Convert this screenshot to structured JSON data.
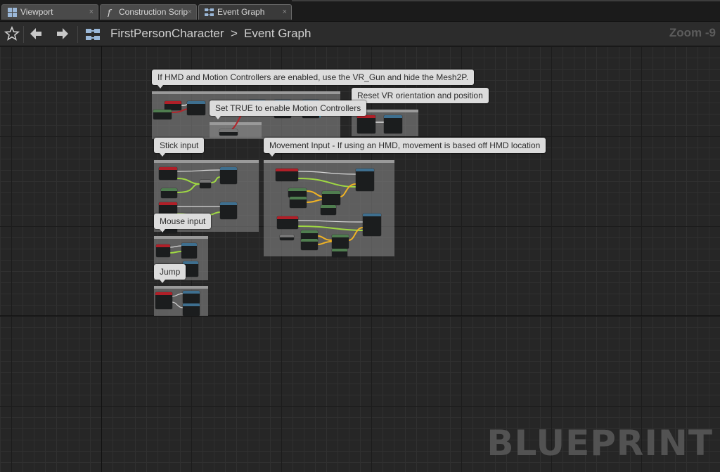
{
  "tabs": [
    {
      "label": "Viewport",
      "icon": "viewport-icon",
      "close": "×"
    },
    {
      "label": "Construction Scrip",
      "icon": "function-icon",
      "close": "×"
    },
    {
      "label": "Event Graph",
      "icon": "graph-icon",
      "close": "×",
      "active": true
    }
  ],
  "toolbar": {
    "breadcrumb_root": "FirstPersonCharacter",
    "breadcrumb_separator": ">",
    "breadcrumb_current": "Event Graph",
    "zoom": "Zoom -9"
  },
  "comments": {
    "hmd": "If HMD and Motion Controllers are enabled, use the VR_Gun and hide the Mesh2P.",
    "reset_vr": "Reset VR orientation and position",
    "motion_controllers": "Set TRUE to enable Motion Controllers",
    "stick": "Stick input",
    "movement": "Movement Input - If using an HMD, movement is based off HMD location",
    "mouse": "Mouse input",
    "jump": "Jump"
  },
  "watermark": "BLUEPRINT",
  "colors": {
    "exec_wire": "#ffffff",
    "float_wire": "#9fd843",
    "vector_wire": "#f0b324",
    "bool_wire": "#b3242a",
    "event_header": "#b01f28",
    "function_header": "#3e6f8f"
  }
}
